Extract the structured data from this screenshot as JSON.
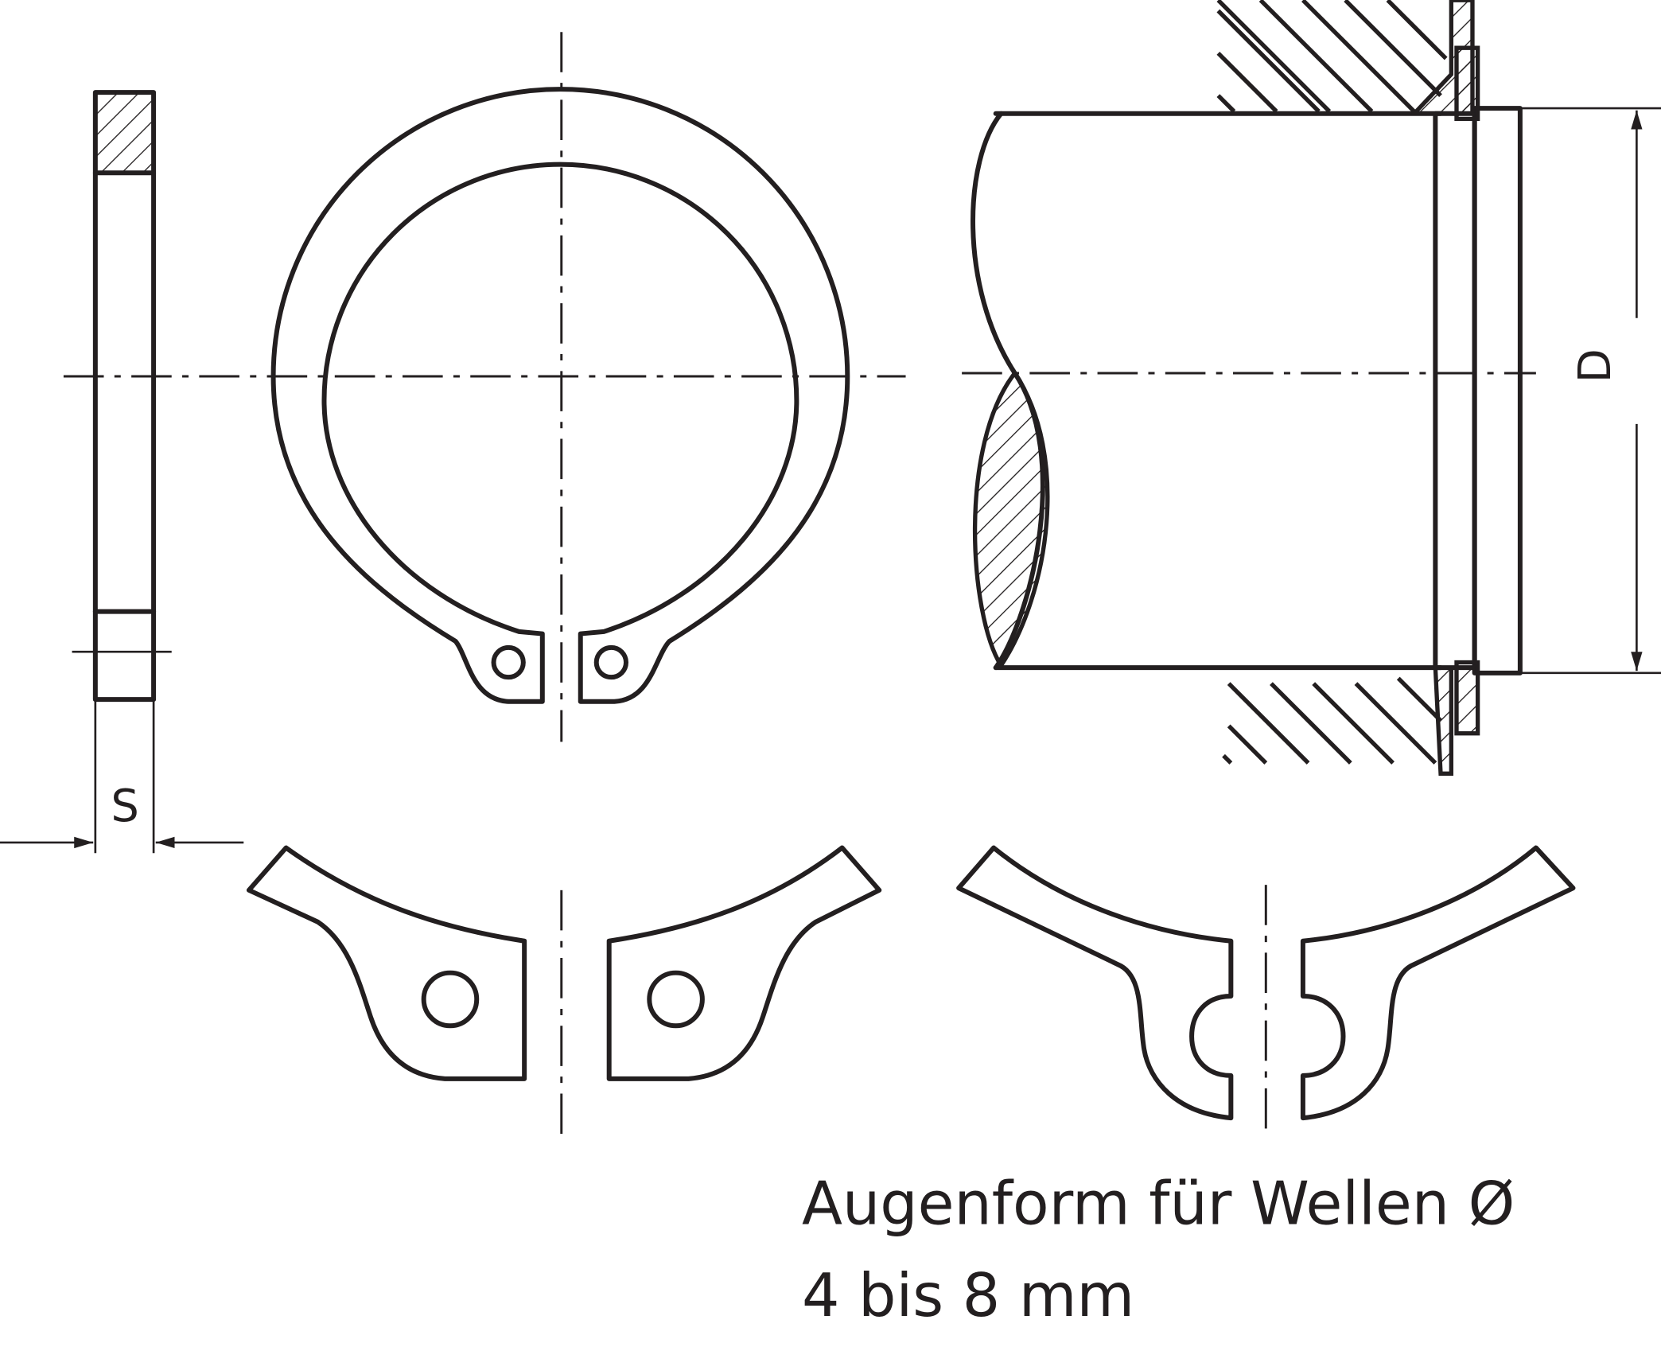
{
  "labels": {
    "thickness": "S",
    "diameter": "D"
  },
  "caption": {
    "line1": "Augenform für Wellen Ø",
    "line2": "4 bis 8 mm"
  }
}
